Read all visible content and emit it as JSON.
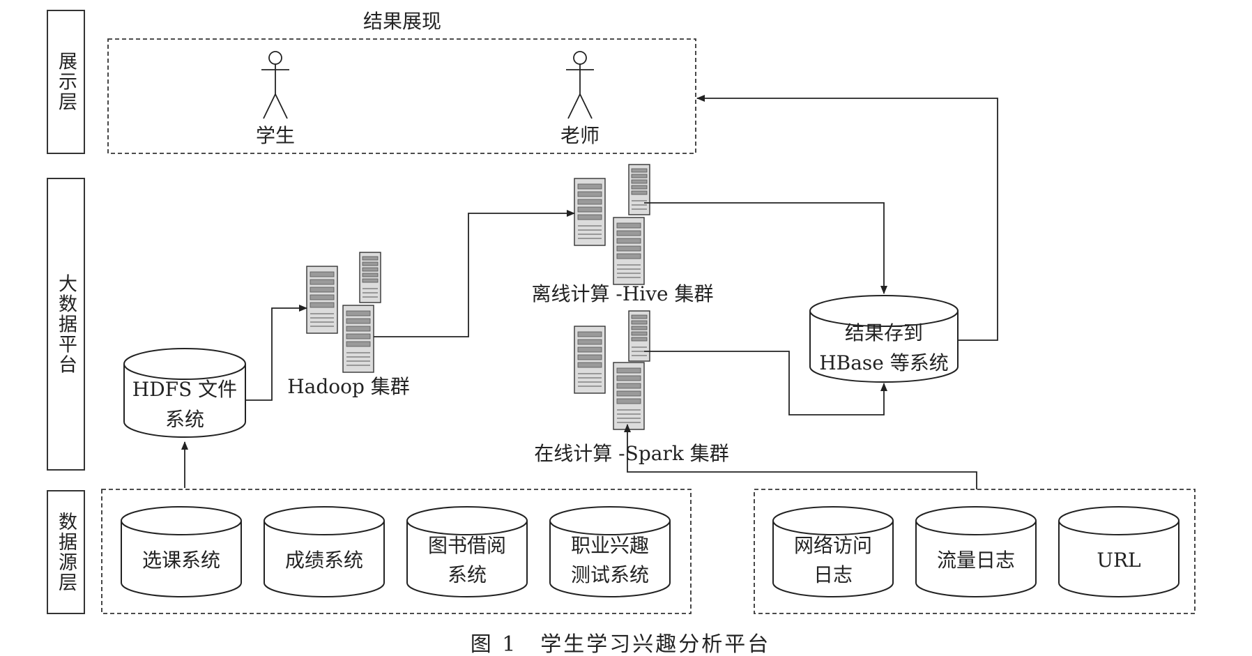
{
  "layers": {
    "presentation": "展示层",
    "platform": "大数据平台",
    "datasource": "数据源层"
  },
  "presentation": {
    "title": "结果展现",
    "actors": [
      "学生",
      "老师"
    ]
  },
  "platform": {
    "hdfs": [
      "HDFS 文件",
      "系统"
    ],
    "hadoop": "Hadoop 集群",
    "hive": "离线计算 -Hive 集群",
    "spark": "在线计算 -Spark 集群",
    "hbase": [
      "结果存到",
      "HBase 等系统"
    ]
  },
  "sources": {
    "group1": [
      {
        "lines": [
          "选课系统"
        ]
      },
      {
        "lines": [
          "成绩系统"
        ]
      },
      {
        "lines": [
          "图书借阅",
          "系统"
        ]
      },
      {
        "lines": [
          "职业兴趣",
          "测试系统"
        ]
      }
    ],
    "group2": [
      {
        "lines": [
          "网络访问",
          "日志"
        ]
      },
      {
        "lines": [
          "流量日志"
        ]
      },
      {
        "lines": [
          "URL"
        ]
      }
    ]
  },
  "caption": "图 1　学生学习兴趣分析平台"
}
